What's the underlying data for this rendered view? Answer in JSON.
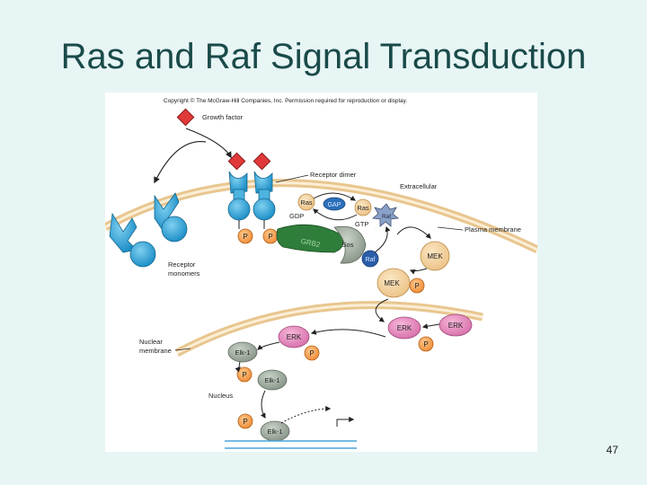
{
  "slide": {
    "title": "Ras and Raf Signal Transduction",
    "page_number": "47"
  },
  "figure": {
    "copyright": "Copyright © The McGraw-Hill Companies, Inc. Permission required for reproduction or display.",
    "labels": {
      "growth_factor": "Growth factor",
      "receptor_dimer": "Receptor dimer",
      "extracellular": "Extracellular",
      "plasma_membrane": "Plasma membrane",
      "receptor_monomers_line1": "Receptor",
      "receptor_monomers_line2": "monomers",
      "nuclear_membrane_line1": "Nuclear",
      "nuclear_membrane_line2": "membrane",
      "nucleus": "Nucleus",
      "gdp": "GDP",
      "gtp": "GTP"
    },
    "molecules": {
      "ras": "Ras",
      "gap": "GAP",
      "raf": "Raf",
      "grb2": "GRB2",
      "sos": "Sos",
      "mek": "MEK",
      "erk": "ERK",
      "elk1": "Elk-1",
      "phosphate": "P"
    }
  }
}
